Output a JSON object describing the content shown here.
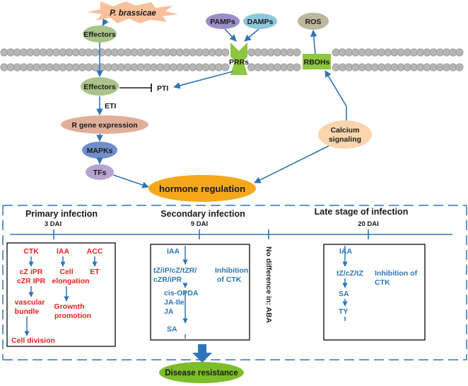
{
  "colors": {
    "blue": "#2e75b6",
    "red": "#e8201b",
    "bead": "#b5b5b5",
    "burst": "#f9c09c",
    "green_node": "#a9c48a",
    "receptor_green": "#8dc63f",
    "pamps": "#9b8dc5",
    "damps": "#8fc6dc",
    "ros": "#bdb79d",
    "r_gene": "#dfaf9a",
    "mapks": "#6f8ec9",
    "tfs": "#b7a3cf",
    "calcium": "#fbd5ad",
    "hormone": "#f5a81b",
    "disease": "#7cbd2a"
  },
  "pathway": {
    "pathogen": "P. brassicae",
    "effectors_top": "Effectors",
    "pamps": "PAMPs",
    "damps": "DAMPs",
    "ros": "ROS",
    "prrs": "PRRs",
    "rbohs": "RBOHs",
    "effectors_inner": "Effectors",
    "pti": "PTI",
    "eti": "ETI",
    "r_gene": "R gene expression",
    "mapks": "MAPKs",
    "tfs": "TFs",
    "calcium_line1": "Calcium",
    "calcium_line2": "signaling",
    "hormone": "hormone regulation"
  },
  "stages": {
    "primary": {
      "title": "Primary  infection",
      "dai": "3 DAI"
    },
    "secondary": {
      "title": "Secondary infection",
      "dai": "9 DAI"
    },
    "late": {
      "title": "Late stage of infection",
      "dai": "20 DAI"
    }
  },
  "primary_box": {
    "ctk": "CTK",
    "iaa": "IAA",
    "acc": "ACC",
    "cz_ipr": "cZ  iPR",
    "czr_ipr": "cZR IPR",
    "cell": "Cell",
    "elongation": "elongation",
    "et": "ET",
    "vascular": "vascular",
    "bundle": "bundle",
    "grownth": "Grownth",
    "promotion": "promotion",
    "cell_division": "Cell division"
  },
  "secondary_box": {
    "iaa": "IAA",
    "ck_line1": "tZ/iP/cZ/tZR/",
    "ck_line2": "cZR/iPR",
    "inhibition_line1": "Inhibition",
    "inhibition_line2": "of CTK",
    "opda": "cis-OPDA",
    "jaile": "JA-Ile",
    "ja": "JA",
    "sa": "SA"
  },
  "no_difference": "No difference in: ABA",
  "late_box": {
    "iaa": "IAA",
    "ck": "tZ/cZ/tZ",
    "inhibition_line1": "Inhibition of",
    "inhibition_line2": "CTK",
    "sa": "SA",
    "ty": "TY"
  },
  "outcome": "Disease resistance"
}
